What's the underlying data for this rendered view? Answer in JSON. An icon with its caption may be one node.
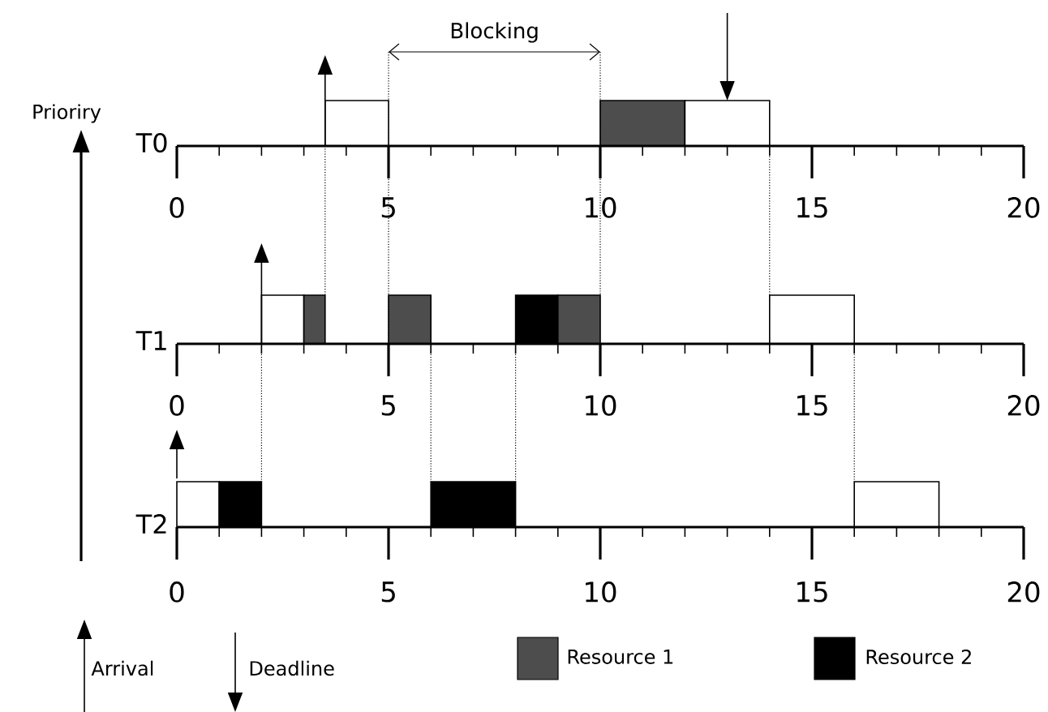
{
  "diagram": {
    "labels": [
      "Blocking",
      "Prioriry",
      "T0",
      "0",
      "5",
      "10",
      "15",
      "20",
      "T1",
      "0",
      "5",
      "10",
      "15",
      "20",
      "T2",
      "0",
      "5",
      "10",
      "15",
      "20",
      "Arrival",
      "Deadline"
    ],
    "legend": [
      {
        "text": "Resource 1",
        "color": "#4d4d4d"
      },
      {
        "text": "Resource 2",
        "color": "#000000"
      }
    ]
  }
}
